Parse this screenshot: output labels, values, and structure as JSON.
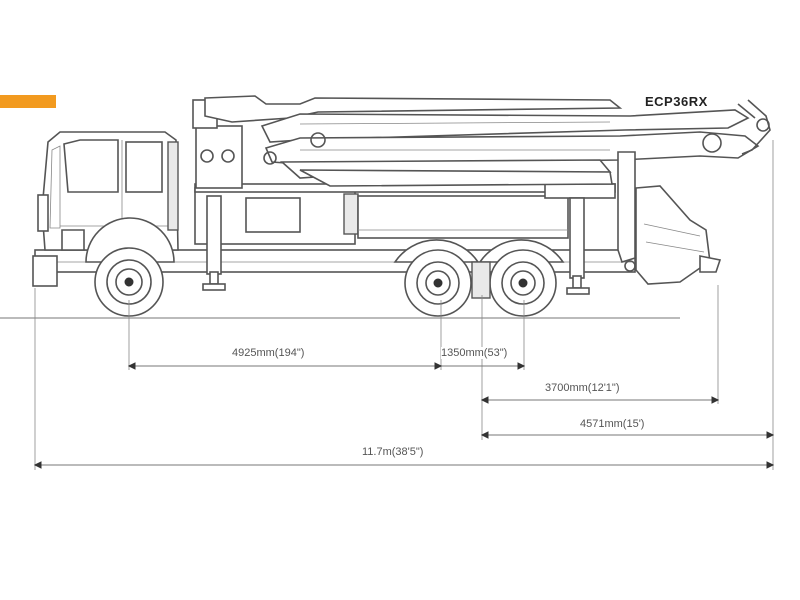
{
  "model_label": "ECP36RX",
  "accent_color": "#f29a1f",
  "dimensions": {
    "wheelbase": "4925mm(194\")",
    "tandem_spacing": "1350mm(53\")",
    "rear_outrigger": "3700mm(12'1\")",
    "rear_overhang": "4571mm(15')",
    "overall_length": "11.7m(38'5\")"
  }
}
